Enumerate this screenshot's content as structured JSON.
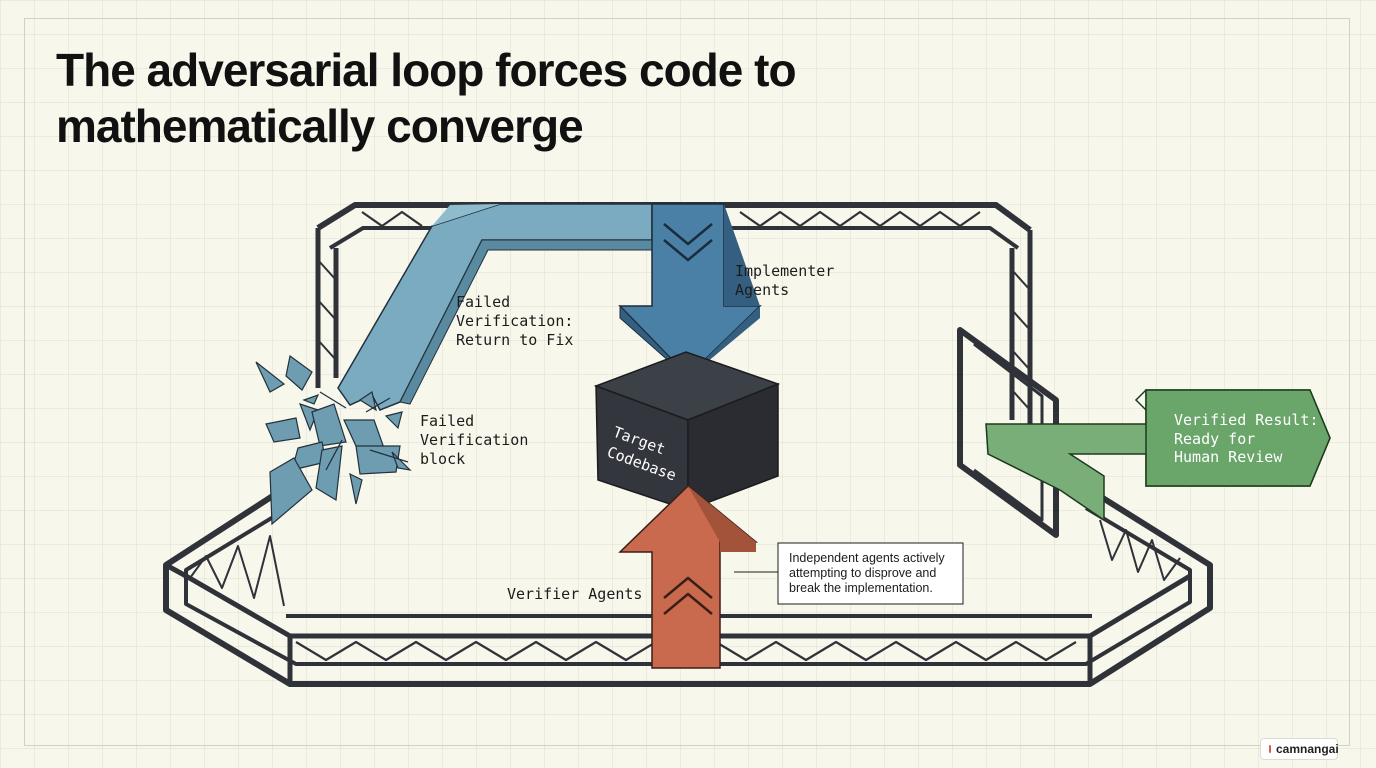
{
  "title": "The adversarial loop forces code to mathematically converge",
  "labels": {
    "implementer_line1": "Implementer",
    "implementer_line2": "Agents",
    "failed_return_line1": "Failed",
    "failed_return_line2": "Verification:",
    "failed_return_line3": "Return to Fix",
    "failed_block_line1": "Failed",
    "failed_block_line2": "Verification",
    "failed_block_line3": "block",
    "target_line1": "Target",
    "target_line2": "Codebase",
    "verifier": "Verifier Agents",
    "verified_line1": "Verified Result:",
    "verified_line2": "Ready for",
    "verified_line3": "Human Review"
  },
  "annotation": {
    "line1": "Independent agents actively",
    "line2": "attempting to disprove and",
    "line3": "break the implementation."
  },
  "brand": "camnangai",
  "colors": {
    "implementer_arrow": "#4a7fa6",
    "return_arrow": "#7aabc0",
    "verifier_arrow": "#c96a4e",
    "verified_arrow": "#6aa56a",
    "target_cube": "#33363d",
    "frame": "#2f3238"
  }
}
